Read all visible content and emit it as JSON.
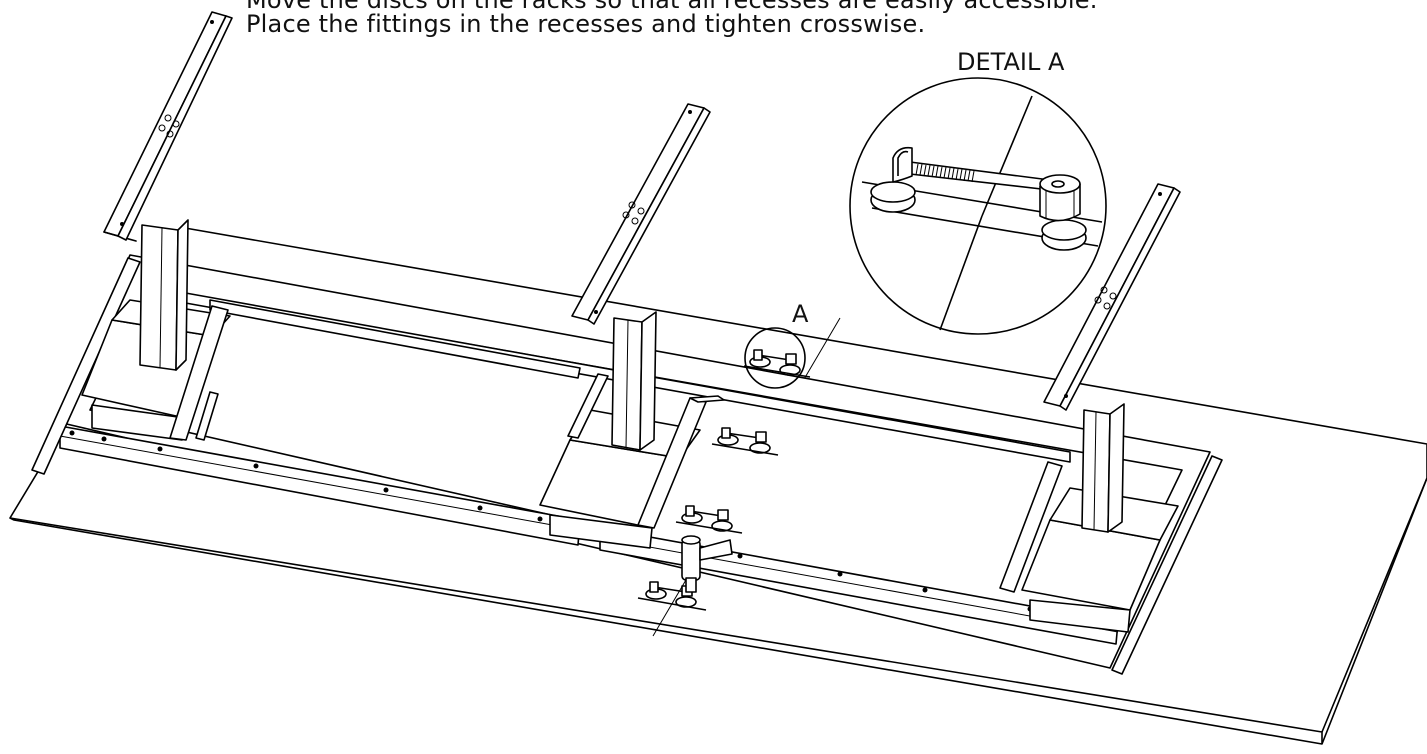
{
  "instructions": {
    "line1": "Move the discs on the racks so that all recesses are easily accessible.",
    "line2": "Place the fittings in the recesses and tighten crosswise."
  },
  "detail": {
    "title": "DETAIL A",
    "callout_label": "A"
  }
}
